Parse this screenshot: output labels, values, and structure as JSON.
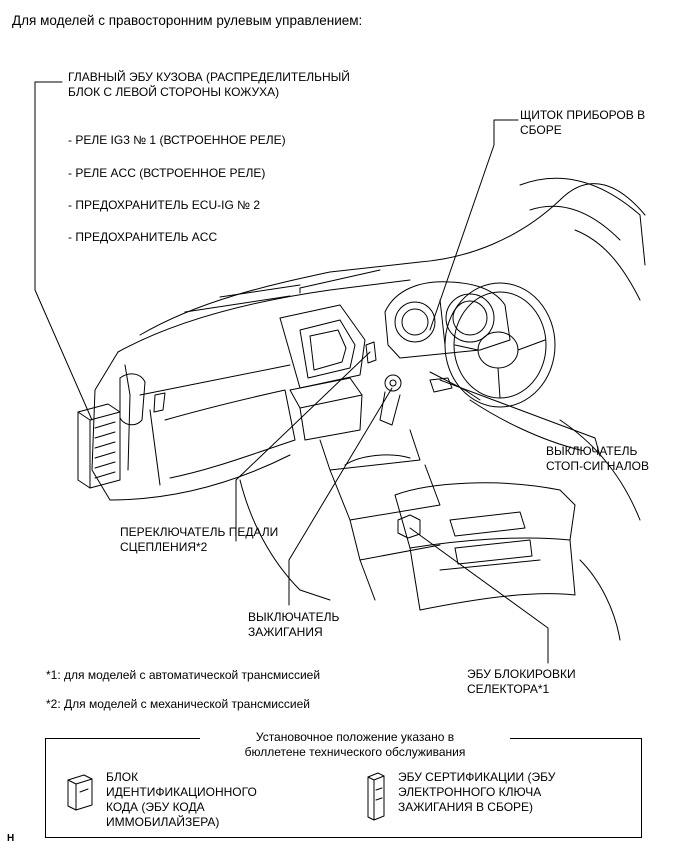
{
  "heading": "Для моделей с правосторонним рулевым управлением:",
  "callouts": {
    "main_body_ecu": "ГЛАВНЫЙ ЭБУ КУЗОВА (РАСПРЕДЕЛИТЕЛЬНЫЙ\nБЛОК С ЛЕВОЙ СТОРОНЫ КОЖУХА)",
    "sub_items": [
      "- РЕЛЕ IG3 № 1 (ВСТРОЕННОЕ РЕЛЕ)",
      "- РЕЛЕ ACC (ВСТРОЕННОЕ РЕЛЕ)",
      "- ПРЕДОХРАНИТЕЛЬ ECU-IG № 2",
      "- ПРЕДОХРАНИТЕЛЬ ACC"
    ],
    "combination_meter": "ЩИТОК ПРИБОРОВ В\nСБОРЕ",
    "stop_lamp_switch": "ВЫКЛЮЧАТЕЛЬ\nСТОП-СИГНАЛОВ",
    "clutch_switch": "ПЕРЕКЛЮЧАТЕЛЬ ПЕДАЛИ\nСЦЕПЛЕНИЯ*2",
    "ignition_switch": "ВЫКЛЮЧАТЕЛЬ\nЗАЖИГАНИЯ",
    "shift_lock_ecu": "ЭБУ БЛОКИРОВКИ\nСЕЛЕКТОРА*1"
  },
  "footnotes": [
    "*1: для моделей с автоматической трансмиссией",
    "*2: Для моделей с механической трансмиссией"
  ],
  "legend": {
    "caption": "Установочное положение указано в\nбюллетене технического обслуживания",
    "items": [
      {
        "label": "БЛОК\nИДЕНТИФИКАЦИОННОГО\nКОДА (ЭБУ КОДА\nИММОБИЛАЙЗЕРА)",
        "icon": "id-code-box-icon"
      },
      {
        "label": "ЭБУ СЕРТИФИКАЦИИ (ЭБУ\nЭЛЕКТРОННОГО КЛЮЧА\nЗАЖИГАНИЯ В СБОРЕ)",
        "icon": "certification-ecu-icon"
      }
    ]
  },
  "figure_code": "H"
}
